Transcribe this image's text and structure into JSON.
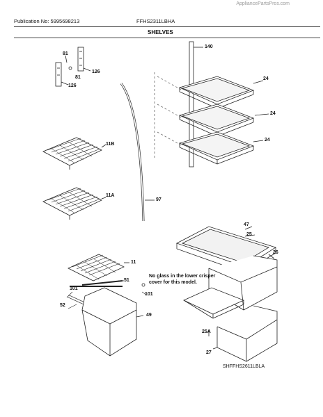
{
  "header": {
    "watermark": "AppliancePartsPros.com",
    "publication": "Publication No: 5995698213",
    "model": "FFHS2311LBHA",
    "section_title": "SHELVES"
  },
  "labels": {
    "p140": "140",
    "p24a": "24",
    "p24b": "24",
    "p24c": "24",
    "p81a": "81",
    "p81b": "81",
    "p126a": "126",
    "p126b": "126",
    "p11b": "11B",
    "p11a": "11A",
    "p97": "97",
    "p47": "47",
    "p25": "25",
    "p26": "26",
    "p11": "11",
    "p51": "51",
    "p101a": "101",
    "p101b": "101",
    "p52": "52",
    "p49": "49",
    "p25a": "25A",
    "p27": "27"
  },
  "note": "No glass in the lower crisper cover for this model.",
  "diagram_code": "SHFFHS2611LBLA"
}
